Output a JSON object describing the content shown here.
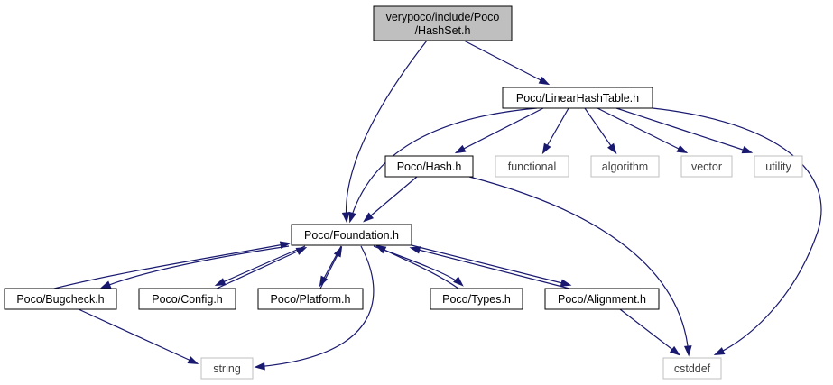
{
  "colors": {
    "edge": "#191970",
    "root_fill": "#bfbfbf",
    "node_stroke": "#000000",
    "external_stroke": "#bfbfbf",
    "external_text": "#404040"
  },
  "nodes": [
    {
      "id": "root",
      "lines": [
        "verypoco/include/Poco",
        "/HashSet.h"
      ],
      "kind": "root"
    },
    {
      "id": "linear",
      "lines": [
        "Poco/LinearHashTable.h"
      ],
      "kind": "file"
    },
    {
      "id": "hash",
      "lines": [
        "Poco/Hash.h"
      ],
      "kind": "file"
    },
    {
      "id": "functional",
      "lines": [
        "functional"
      ],
      "kind": "external"
    },
    {
      "id": "algorithm",
      "lines": [
        "algorithm"
      ],
      "kind": "external"
    },
    {
      "id": "vector",
      "lines": [
        "vector"
      ],
      "kind": "external"
    },
    {
      "id": "utility",
      "lines": [
        "utility"
      ],
      "kind": "external"
    },
    {
      "id": "foundation",
      "lines": [
        "Poco/Foundation.h"
      ],
      "kind": "file"
    },
    {
      "id": "bugcheck",
      "lines": [
        "Poco/Bugcheck.h"
      ],
      "kind": "file"
    },
    {
      "id": "config",
      "lines": [
        "Poco/Config.h"
      ],
      "kind": "file"
    },
    {
      "id": "platform",
      "lines": [
        "Poco/Platform.h"
      ],
      "kind": "file"
    },
    {
      "id": "types",
      "lines": [
        "Poco/Types.h"
      ],
      "kind": "file"
    },
    {
      "id": "alignment",
      "lines": [
        "Poco/Alignment.h"
      ],
      "kind": "file"
    },
    {
      "id": "string",
      "lines": [
        "string"
      ],
      "kind": "external"
    },
    {
      "id": "cstddef",
      "lines": [
        "cstddef"
      ],
      "kind": "external"
    }
  ],
  "edges": [
    {
      "from": "root",
      "to": "linear"
    },
    {
      "from": "root",
      "to": "foundation"
    },
    {
      "from": "linear",
      "to": "foundation"
    },
    {
      "from": "linear",
      "to": "hash"
    },
    {
      "from": "linear",
      "to": "functional"
    },
    {
      "from": "linear",
      "to": "algorithm"
    },
    {
      "from": "linear",
      "to": "vector"
    },
    {
      "from": "linear",
      "to": "utility"
    },
    {
      "from": "linear",
      "to": "cstddef"
    },
    {
      "from": "hash",
      "to": "foundation"
    },
    {
      "from": "hash",
      "to": "cstddef"
    },
    {
      "from": "foundation",
      "to": "bugcheck"
    },
    {
      "from": "foundation",
      "to": "config"
    },
    {
      "from": "foundation",
      "to": "platform"
    },
    {
      "from": "foundation",
      "to": "types"
    },
    {
      "from": "foundation",
      "to": "alignment"
    },
    {
      "from": "foundation",
      "to": "string"
    },
    {
      "from": "bugcheck",
      "to": "foundation"
    },
    {
      "from": "bugcheck",
      "to": "string"
    },
    {
      "from": "config",
      "to": "foundation"
    },
    {
      "from": "platform",
      "to": "foundation"
    },
    {
      "from": "types",
      "to": "foundation"
    },
    {
      "from": "alignment",
      "to": "foundation"
    },
    {
      "from": "alignment",
      "to": "cstddef"
    }
  ]
}
